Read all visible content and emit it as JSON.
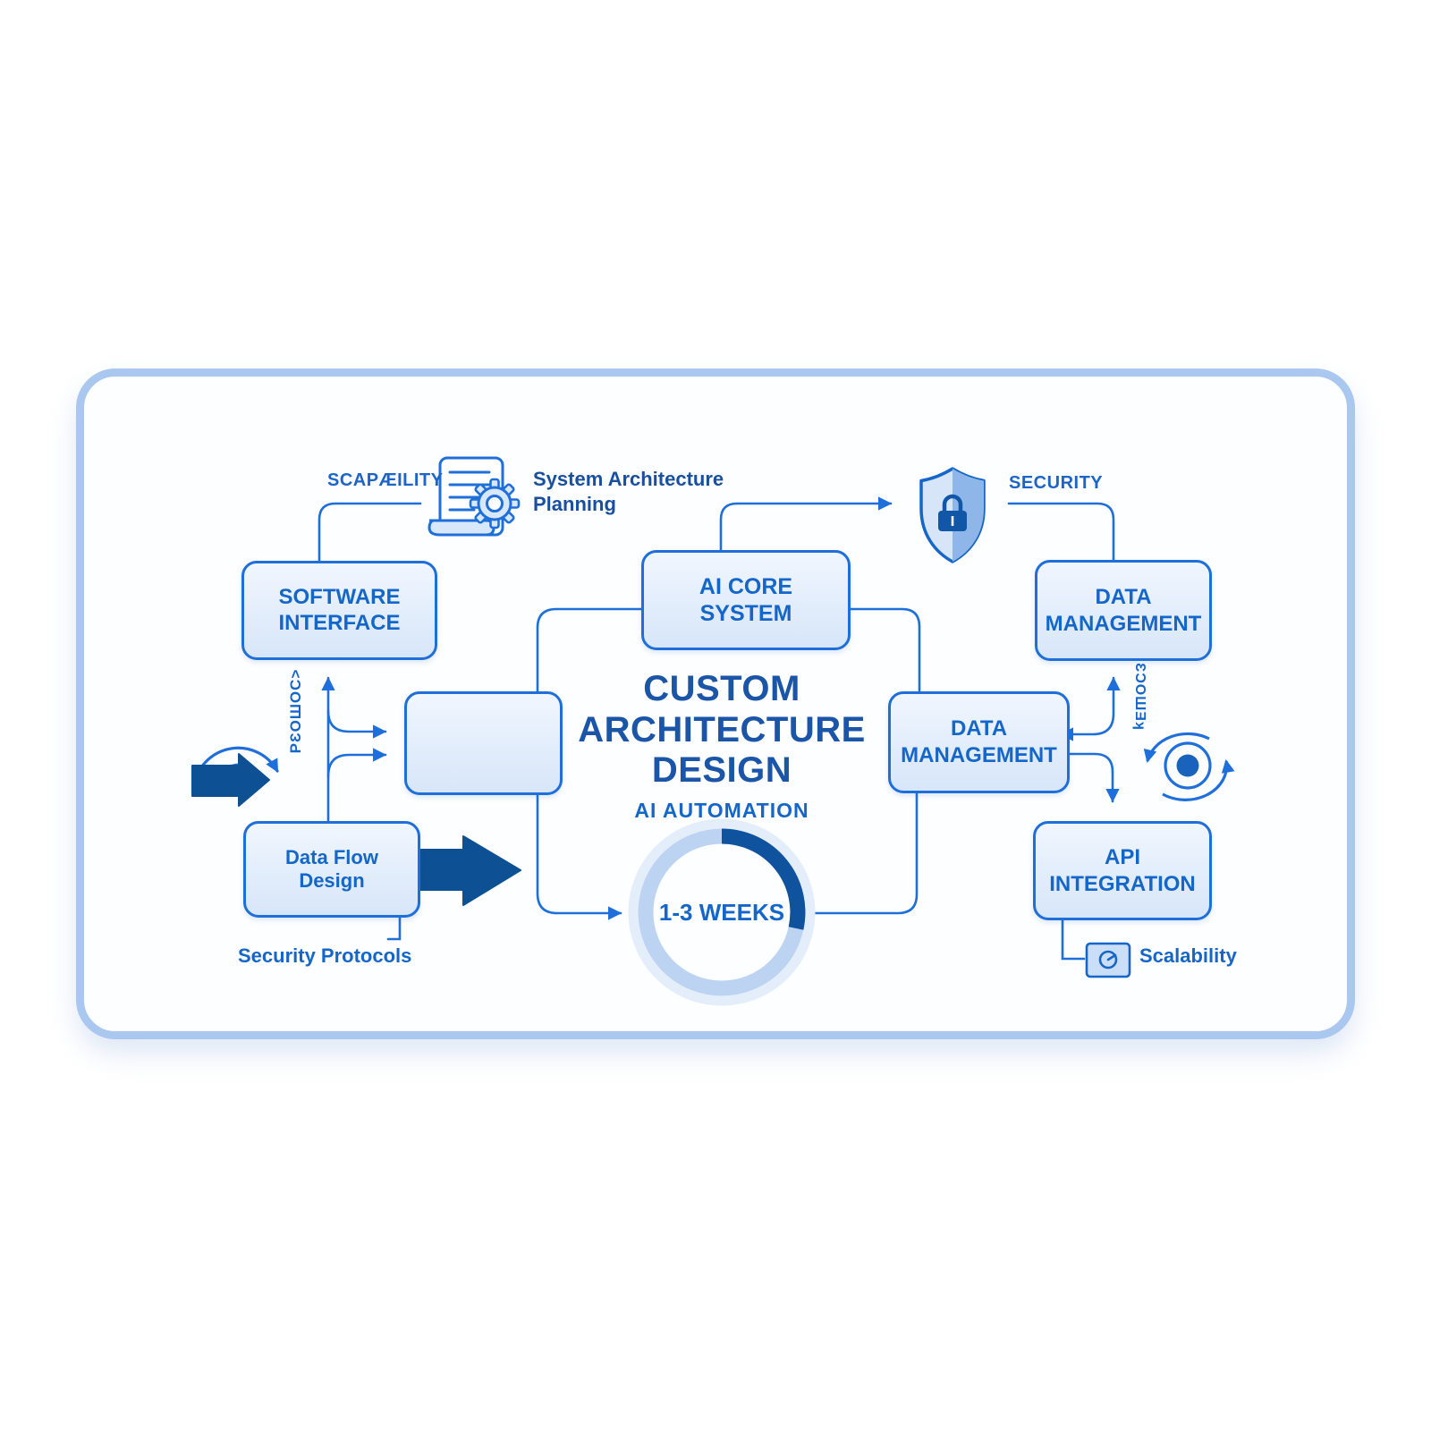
{
  "diagram": {
    "title_lines": [
      "CUSTOM",
      "ARCHITECTURE",
      "DESIGN"
    ],
    "subtitle": "AI AUTOMATION",
    "duration_badge": "1-3 WEEKS",
    "nodes": {
      "software_interface": "SOFTWARE INTERFACE",
      "ai_core_system": "AI CORE SYSTEM",
      "data_management_top": "DATA MANAGEMENT",
      "data_management_mid": "DATA MANAGEMENT",
      "data_flow_design": "Data Flow Design",
      "api_integration": "API INTEGRATION"
    },
    "labels": {
      "scalability_top": "SCAPÆILITY",
      "system_architecture_planning": "System Architecture Planning",
      "security": "SECURITY",
      "security_protocols": "Security Protocols",
      "scalability_bottom": "Scalability",
      "vertical_left": "PƐOШOC>",
      "vertical_right": "ƐƆOШƎʞ"
    },
    "icons": {
      "document_gear": "system-architecture-planning-icon",
      "shield_lock": "security-shield-icon",
      "database": "database-icon",
      "orbit_target": "orbit-sync-icon",
      "gauge_chip": "scalability-gauge-icon",
      "fan_arcs": "rotation-arcs-icon",
      "solid_arrow_left": "input-arrow-icon",
      "solid_arrow_flow": "flow-arrow-icon"
    },
    "progress": {
      "label": "1-3 WEEKS",
      "fraction": 0.28
    },
    "colors": {
      "line_accent": "#1e6fd9",
      "node_border": "#1e6fd9",
      "node_fill_top": "#f0f6fe",
      "node_fill_bottom": "#d7e6f9",
      "node_text": "#1566c9",
      "title_text": "#1a55a8",
      "card_border": "#a9c7ef",
      "solid_arrow": "#0d5094",
      "progress_track": "#bcd4f1",
      "progress_arc": "#0f529e",
      "shield_light": "#d6e5f8",
      "shield_dark": "#8fb6e9",
      "lock": "#1256a8"
    }
  }
}
